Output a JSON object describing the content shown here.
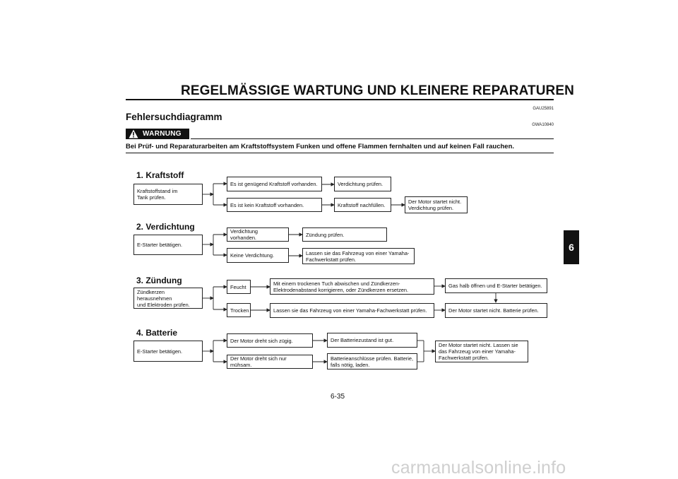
{
  "header": {
    "title": "REGELMÄSSIGE WARTUNG UND KLEINERE REPARATUREN"
  },
  "section": {
    "title": "Fehlersuchdiagramm",
    "code": "GAU25891"
  },
  "warning": {
    "badge": "WARNUNG",
    "code": "GWA10840",
    "text": "Bei Prüf- und Reparaturarbeiten am Kraftstoffsystem Funken und offene Flammen fernhalten und auf keinen Fall rauchen."
  },
  "flow": {
    "kraftstoff": {
      "title": "1. Kraftstoff",
      "start": "Kraftstoffstand im\nTank prüfen.",
      "yes": "Es ist genügend Kraftstoff vorhanden.",
      "yes_next": "Verdichtung prüfen.",
      "no": "Es ist kein Kraftstoff vorhanden.",
      "no_next": "Kraftstoff nachfüllen.",
      "no_result": "Der Motor startet nicht.\nVerdichtung prüfen."
    },
    "verdichtung": {
      "title": "2. Verdichtung",
      "start": "E-Starter betätigen.",
      "yes": "Verdichtung vorhanden.",
      "yes_next": "Zündung prüfen.",
      "no": "Keine Verdichtung.",
      "no_next": "Lassen sie das Fahrzeug von einer Yamaha-\nFachwerkstatt prüfen."
    },
    "zuendung": {
      "title": "3. Zündung",
      "start": "Zündkerzen herausnehmen\nund Elektroden prüfen.",
      "wet": "Feucht",
      "wet_next": "Mit einem trockenen Tuch abwischen und Zündkerzen-\nElektrodenabstand korrigieren, oder Zündkerzen ersetzen.",
      "wet_result": "Gas halb öffnen und E-Starter betätigen.",
      "dry": "Trocken",
      "dry_next": "Lassen sie das Fahrzeug von einer Yamaha-Fachwerkstatt prüfen.",
      "final": "Der Motor startet nicht. Batterie prüfen."
    },
    "batterie": {
      "title": "4. Batterie",
      "start": "E-Starter betätigen.",
      "fast": "Der Motor dreht sich zügig.",
      "fast_next": "Der Batteriezustand ist gut.",
      "slow": "Der Motor dreht sich nur mühsam.",
      "slow_next": "Batterieanschlüsse prüfen. Batterie,\nfalls nötig, laden.",
      "result": "Der Motor startet nicht. Lassen sie\ndas Fahrzeug von einer Yamaha-\nFachwerkstatt prüfen."
    }
  },
  "chapter_tab": "6",
  "page_number": "6-35",
  "watermark": "carmanualsonline.info"
}
